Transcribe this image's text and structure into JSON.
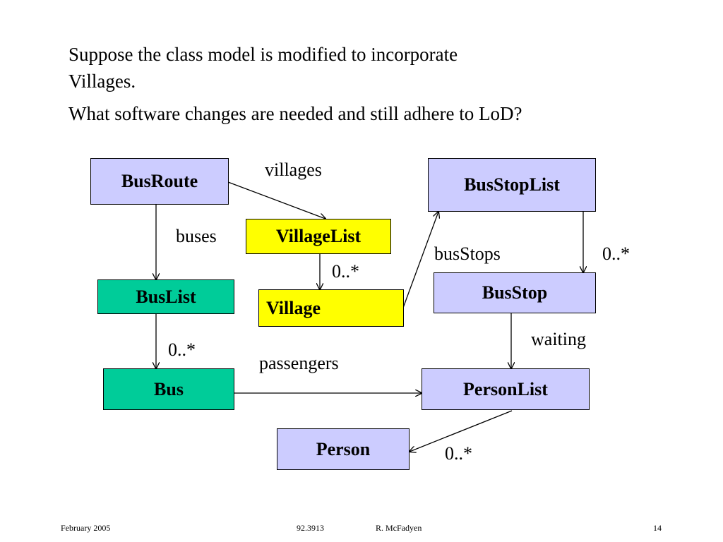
{
  "slide": {
    "question_line1": "Suppose the class model is modified to incorporate",
    "question_line2": "Villages.",
    "question_line3": "What software changes are needed and still adhere to LoD?"
  },
  "diagram": {
    "colors": {
      "class_lavender": "#ccccff",
      "class_green": "#00cc99",
      "class_yellow": "#ffff00",
      "border": "#000000"
    },
    "classes": {
      "busroute": "BusRoute",
      "buslist": "BusList",
      "bus": "Bus",
      "villagelist": "VillageList",
      "village": "Village",
      "busstoplist": "BusStopList",
      "busstop": "BusStop",
      "personlist": "PersonList",
      "person": "Person"
    },
    "labels": {
      "villages": "villages",
      "buses": "buses",
      "villagelist_multiplicity": "0..*",
      "buslist_multiplicity": "0..*",
      "passengers": "passengers",
      "busstops": "busStops",
      "busstoplist_multiplicity": "0..*",
      "waiting": "waiting",
      "personlist_multiplicity": "0..*"
    }
  },
  "footer": {
    "date": "February 2005",
    "course": "92.3913",
    "author": "R. McFadyen",
    "page": "14"
  }
}
